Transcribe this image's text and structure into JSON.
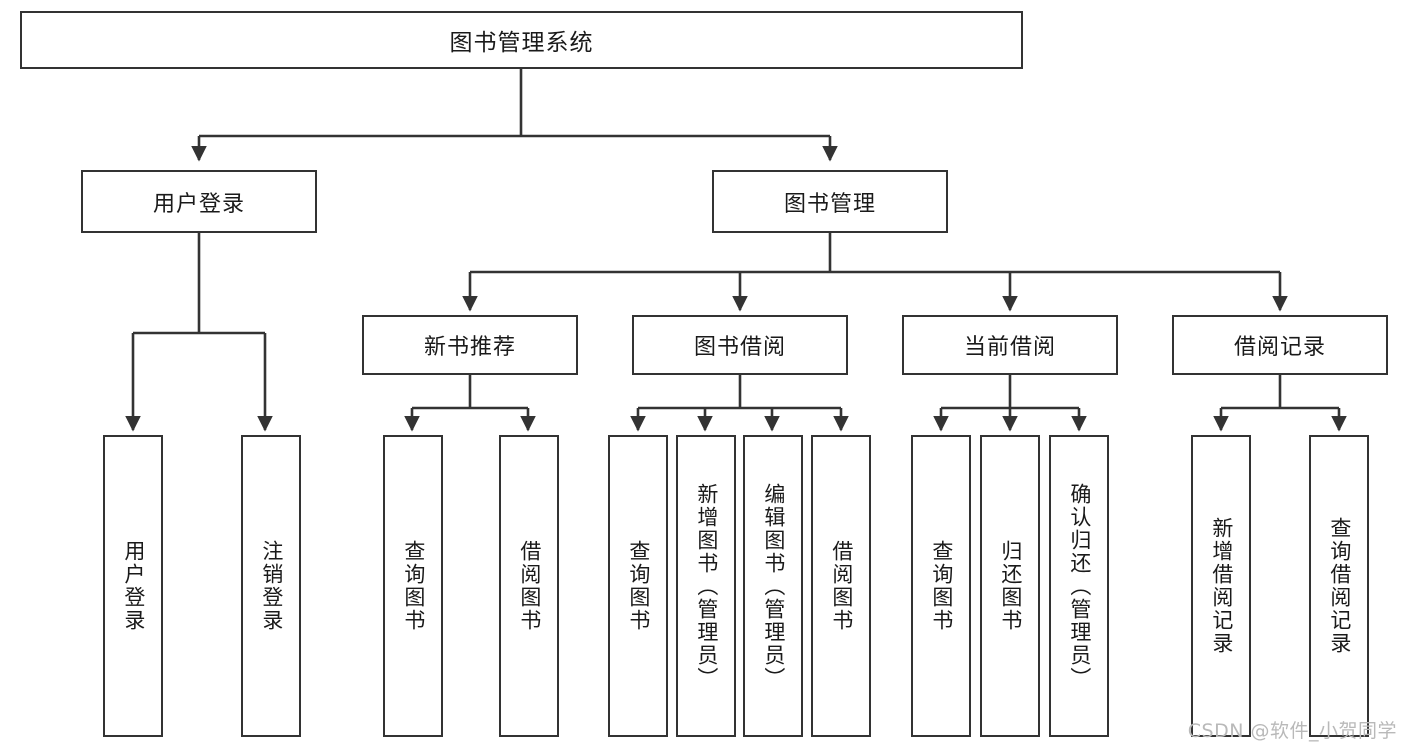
{
  "diagram": {
    "title": "图书管理系统",
    "watermark": "CSDN @软件_小贺同学",
    "line_color": "#333333",
    "box_fill": "#ffffff",
    "text_color": "#1a1a1a",
    "watermark_color": "#b9b9b9"
  },
  "nodes": {
    "root": {
      "label": "图书管理系统",
      "level": 1,
      "orientation": "horizontal"
    },
    "l2": [
      {
        "id": "user-login",
        "label": "用户登录",
        "level": 2,
        "orientation": "horizontal"
      },
      {
        "id": "book-manage",
        "label": "图书管理",
        "level": 2,
        "orientation": "horizontal"
      }
    ],
    "l3": [
      {
        "id": "new-book-recommend",
        "label": "新书推荐",
        "level": 3,
        "orientation": "horizontal",
        "parent": "book-manage"
      },
      {
        "id": "book-borrow",
        "label": "图书借阅",
        "level": 3,
        "orientation": "horizontal",
        "parent": "book-manage"
      },
      {
        "id": "current-borrow",
        "label": "当前借阅",
        "level": 3,
        "orientation": "horizontal",
        "parent": "book-manage"
      },
      {
        "id": "borrow-record",
        "label": "借阅记录",
        "level": 3,
        "orientation": "horizontal",
        "parent": "book-manage"
      }
    ],
    "leaves": [
      {
        "id": "leaf-user-login",
        "label": "用户登录",
        "parent": "user-login",
        "orientation": "vertical"
      },
      {
        "id": "leaf-user-logout",
        "label": "注销登录",
        "parent": "user-login",
        "orientation": "vertical"
      },
      {
        "id": "leaf-query-book-1",
        "label": "查询图书",
        "parent": "new-book-recommend",
        "orientation": "vertical"
      },
      {
        "id": "leaf-borrow-book-1",
        "label": "借阅图书",
        "parent": "new-book-recommend",
        "orientation": "vertical"
      },
      {
        "id": "leaf-query-book-2",
        "label": "查询图书",
        "parent": "book-borrow",
        "orientation": "vertical"
      },
      {
        "id": "leaf-add-book",
        "label": "新增图书（管理员）",
        "parent": "book-borrow",
        "orientation": "vertical"
      },
      {
        "id": "leaf-edit-book",
        "label": "编辑图书（管理员）",
        "parent": "book-borrow",
        "orientation": "vertical"
      },
      {
        "id": "leaf-borrow-book-2",
        "label": "借阅图书",
        "parent": "book-borrow",
        "orientation": "vertical"
      },
      {
        "id": "leaf-query-book-3",
        "label": "查询图书",
        "parent": "current-borrow",
        "orientation": "vertical"
      },
      {
        "id": "leaf-return-book",
        "label": "归还图书",
        "parent": "current-borrow",
        "orientation": "vertical"
      },
      {
        "id": "leaf-confirm-return",
        "label": "确认归还（管理员）",
        "parent": "current-borrow",
        "orientation": "vertical"
      },
      {
        "id": "leaf-add-record",
        "label": "新增借阅记录",
        "parent": "borrow-record",
        "orientation": "vertical"
      },
      {
        "id": "leaf-query-record",
        "label": "查询借阅记录",
        "parent": "borrow-record",
        "orientation": "vertical"
      }
    ]
  }
}
